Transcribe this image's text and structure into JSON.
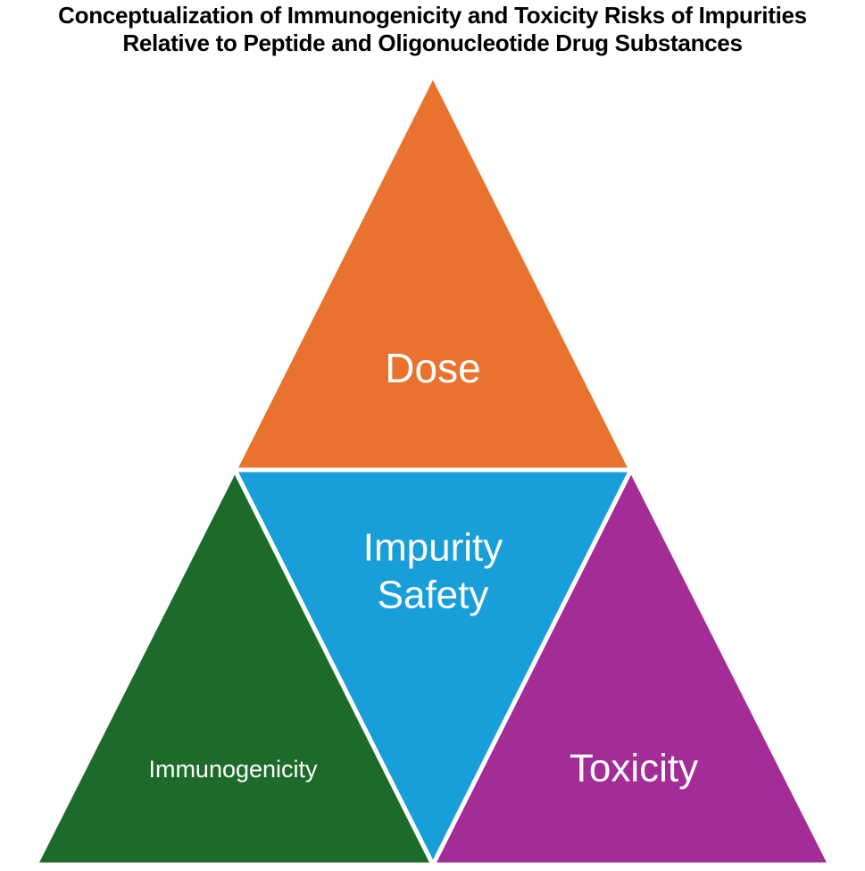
{
  "title": {
    "line1": "Conceptualization of Immunogenicity and Toxicity Risks of Impurities",
    "line2": "Relative to Peptide and Oligonucleotide Drug Substances",
    "color": "#000000"
  },
  "diagram": {
    "type": "pyramid-4-section",
    "divider_color": "#FFFFFF",
    "label_color": "#FFFFFF",
    "sections": [
      {
        "name": "dose",
        "label": "Dose",
        "color": "#E8722E"
      },
      {
        "name": "impurity-safety",
        "label_line1": "Impurity",
        "label_line2": "Safety",
        "color": "#189ED9"
      },
      {
        "name": "immunogenicity",
        "label": "Immunogenicity",
        "color": "#1D6B2A"
      },
      {
        "name": "toxicity",
        "label": "Toxicity",
        "color": "#A32C97"
      }
    ]
  }
}
